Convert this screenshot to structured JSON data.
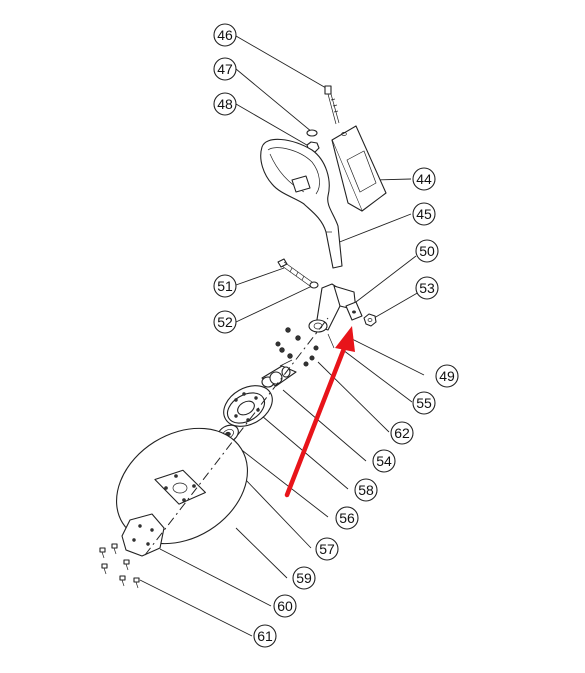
{
  "callouts": [
    {
      "id": "46",
      "label": "46"
    },
    {
      "id": "47",
      "label": "47"
    },
    {
      "id": "48",
      "label": "48"
    },
    {
      "id": "44",
      "label": "44"
    },
    {
      "id": "45",
      "label": "45"
    },
    {
      "id": "50",
      "label": "50"
    },
    {
      "id": "51",
      "label": "51"
    },
    {
      "id": "53",
      "label": "53"
    },
    {
      "id": "52",
      "label": "52"
    },
    {
      "id": "49",
      "label": "49"
    },
    {
      "id": "55",
      "label": "55"
    },
    {
      "id": "62",
      "label": "62"
    },
    {
      "id": "54",
      "label": "54"
    },
    {
      "id": "58",
      "label": "58"
    },
    {
      "id": "56",
      "label": "56"
    },
    {
      "id": "57",
      "label": "57"
    },
    {
      "id": "59",
      "label": "59"
    },
    {
      "id": "60",
      "label": "60"
    },
    {
      "id": "61",
      "label": "61"
    }
  ],
  "colors": {
    "line": "#222222",
    "pointer_arrow": "#e8141a",
    "background": "#ffffff"
  }
}
